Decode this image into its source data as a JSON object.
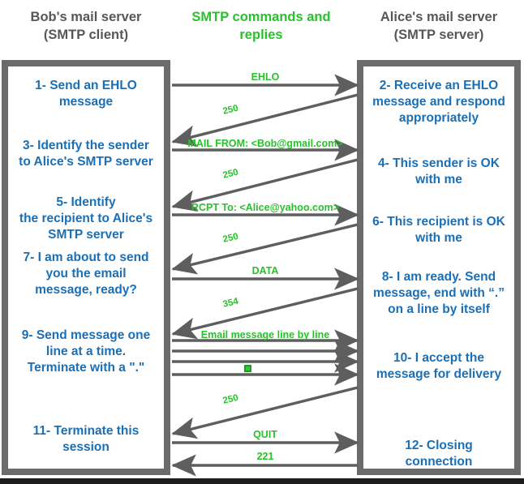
{
  "headers": {
    "left": "Bob's mail server\n(SMTP client)",
    "mid": "SMTP commands and\nreplies",
    "right": "Alice's mail server\n(SMTP server)"
  },
  "colors": {
    "header_gray": "#575757",
    "green": "#27c22b",
    "blue": "#1a6fb5",
    "panel_gray": "#6b6b6b",
    "arrow_gray": "#5e5e5e"
  },
  "client_steps": [
    {
      "id": 1,
      "text": "1- Send an EHLO\nmessage"
    },
    {
      "id": 3,
      "text": "3- Identify the sender\nto Alice's SMTP server"
    },
    {
      "id": 5,
      "text": "5- Identify\nthe recipient to Alice's\nSMTP server"
    },
    {
      "id": 7,
      "text": "7- I am about to send\nyou the email\nmessage, ready?"
    },
    {
      "id": 9,
      "text": "9- Send message one\nline at a time.\nTerminate with a \".\""
    },
    {
      "id": 11,
      "text": "11- Terminate this\nsession"
    }
  ],
  "server_steps": [
    {
      "id": 2,
      "text": "2- Receive an EHLO\nmessage and respond\nappropriately"
    },
    {
      "id": 4,
      "text": "4- This sender is OK\nwith me"
    },
    {
      "id": 6,
      "text": "6- This recipient is OK\nwith me"
    },
    {
      "id": 8,
      "text": "8-  I am ready. Send\nmessage, end with “.”\non a line by itself"
    },
    {
      "id": 10,
      "text": "10-  I accept the\nmessage for delivery"
    },
    {
      "id": 12,
      "text": "12-  Closing\nconnection"
    }
  ],
  "messages": [
    {
      "seq": 1,
      "label": "EHLO",
      "direction": "client-to-server"
    },
    {
      "seq": 2,
      "label": "250",
      "direction": "server-to-client"
    },
    {
      "seq": 3,
      "label": "MAIL FROM: <Bob@gmail.com>",
      "direction": "client-to-server"
    },
    {
      "seq": 4,
      "label": "250",
      "direction": "server-to-client"
    },
    {
      "seq": 5,
      "label": "RCPT To: <Alice@yahoo.com>",
      "direction": "client-to-server"
    },
    {
      "seq": 6,
      "label": "250",
      "direction": "server-to-client"
    },
    {
      "seq": 7,
      "label": "DATA",
      "direction": "client-to-server"
    },
    {
      "seq": 8,
      "label": "354",
      "direction": "server-to-client"
    },
    {
      "seq": 9,
      "label": "Email message line by line",
      "direction": "client-to-server"
    },
    {
      "seq": 10,
      "label": "",
      "direction": "client-to-server"
    },
    {
      "seq": 11,
      "label": "",
      "direction": "client-to-server"
    },
    {
      "seq": 12,
      "label": "",
      "direction": "client-to-server"
    },
    {
      "seq": 13,
      "label": "250",
      "direction": "server-to-client"
    },
    {
      "seq": 14,
      "label": "QUIT",
      "direction": "client-to-server"
    },
    {
      "seq": 15,
      "label": "221",
      "direction": "server-to-client"
    }
  ]
}
